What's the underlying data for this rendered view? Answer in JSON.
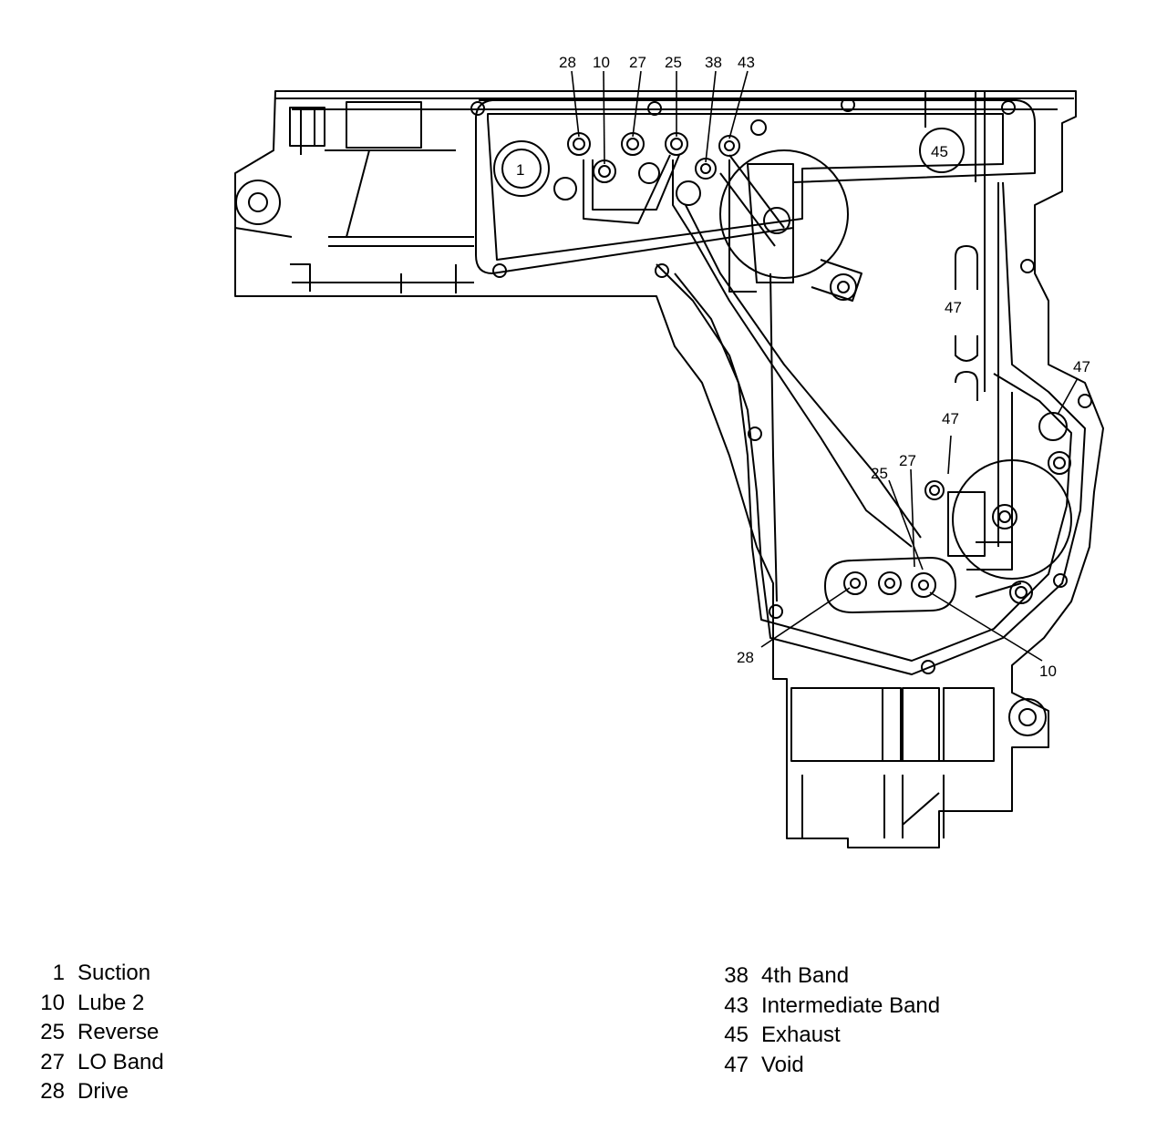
{
  "diagram": {
    "callouts": {
      "top": [
        "28",
        "10",
        "27",
        "25",
        "38",
        "43"
      ],
      "c1": "1",
      "c45": "45",
      "c47_mid": "47",
      "c47_right": "47",
      "c47_low": "47",
      "c25_low": "25",
      "c27_low": "27",
      "c28_bottom": "28",
      "c10_bottom": "10"
    }
  },
  "legend": {
    "left": [
      {
        "num": "1",
        "label": "Suction"
      },
      {
        "num": "10",
        "label": "Lube 2"
      },
      {
        "num": "25",
        "label": "Reverse"
      },
      {
        "num": "27",
        "label": "LO Band"
      },
      {
        "num": "28",
        "label": "Drive"
      }
    ],
    "right": [
      {
        "num": "38",
        "label": "4th Band"
      },
      {
        "num": "43",
        "label": "Intermediate Band"
      },
      {
        "num": "45",
        "label": "Exhaust"
      },
      {
        "num": "47",
        "label": "Void"
      }
    ]
  }
}
